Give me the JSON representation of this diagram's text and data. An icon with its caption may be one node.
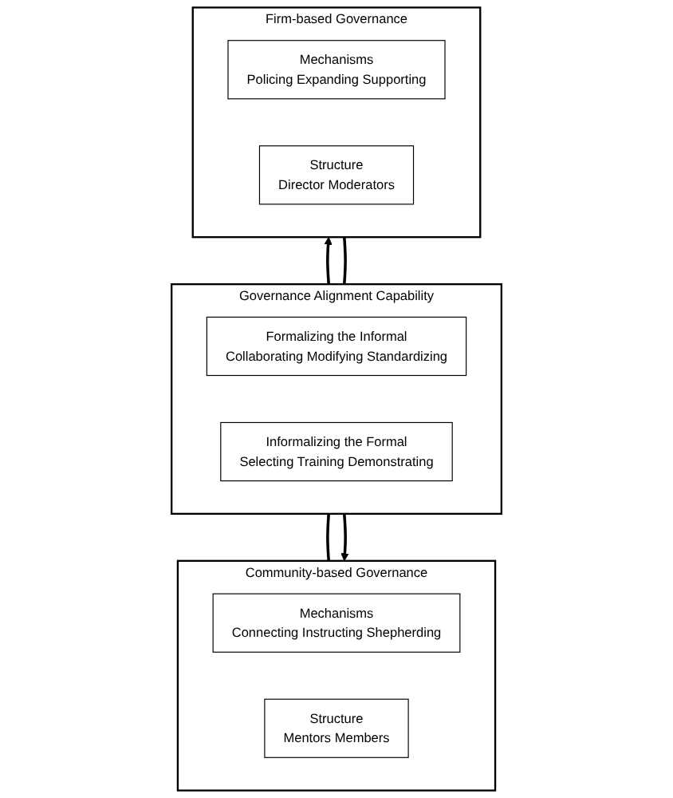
{
  "diagram": {
    "nodes": [
      {
        "text": [
          "Firm-based Governance"
        ]
      },
      {
        "text": [
          "Mechanisms",
          "Policing Expanding Supporting"
        ],
        "in": 0
      },
      {
        "text": [
          "Structure",
          "Director Moderators"
        ],
        "in": 0
      },
      {
        "text": [
          "Governance Alignment Capability"
        ]
      },
      {
        "text": [
          "Formalizing the Informal",
          "Collaborating Modifying Standardizing"
        ],
        "in": 3
      },
      {
        "text": [
          "Informalizing the Formal",
          "Selecting Training Demonstrating"
        ],
        "in": 3
      },
      {
        "text": [
          "Community-based Governance"
        ]
      },
      {
        "text": [
          "Mechanisms",
          "Connecting Instructing Shepherding"
        ],
        "in": 6
      },
      {
        "text": [
          "Structure",
          "Mentors Members"
        ],
        "in": 6
      }
    ],
    "edges": [
      {
        "from": 3,
        "to": 0,
        "arrow": "to"
      },
      {
        "from": 0,
        "to": 3,
        "arrow": "none"
      },
      {
        "from": 6,
        "to": 3,
        "arrow": "none"
      },
      {
        "from": 3,
        "to": 6,
        "arrow": "to"
      }
    ]
  }
}
